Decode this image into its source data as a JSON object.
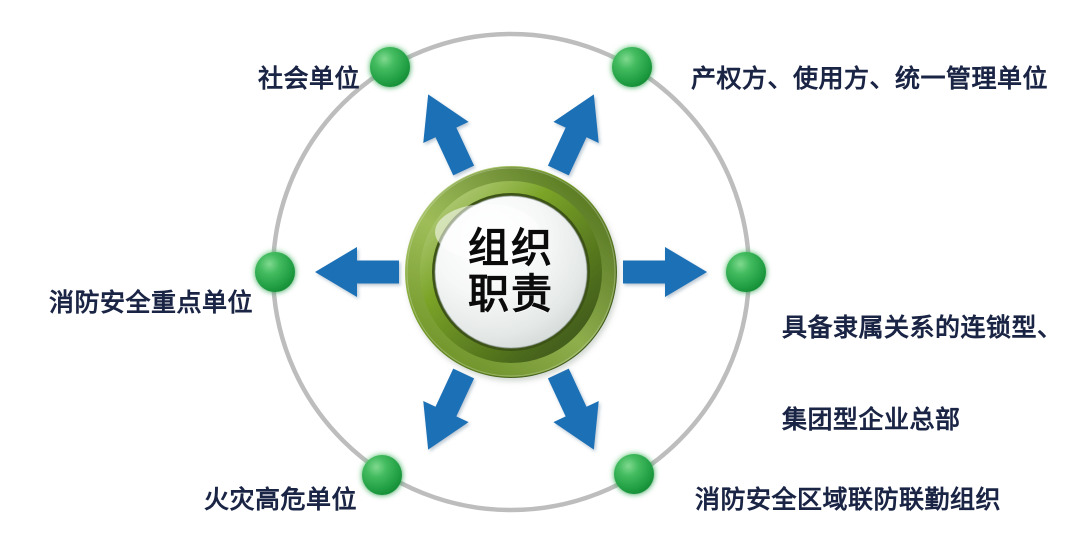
{
  "diagram": {
    "title": "组织职责",
    "center": {
      "line1": "组织",
      "line2": "职责",
      "ring_color_outer": "#8fae4d",
      "ring_color_inner": "#3d5218",
      "inner_fill": "#f2f4f3"
    },
    "ring": {
      "color": "#b9b9b9",
      "node_color": "#2fa84f",
      "node_highlight": "#8fe0a0"
    },
    "arrow": {
      "color": "#1f6fb5",
      "count": 6
    },
    "nodes": [
      {
        "id": "node-top-left",
        "label": "社会单位",
        "lines": [
          "社会单位"
        ],
        "angle": -115
      },
      {
        "id": "node-top-right",
        "label": "产权方、使用方、统一管理单位",
        "lines": [
          "产权方、使用方、统一管理单位"
        ],
        "angle": -65
      },
      {
        "id": "node-left",
        "label": "消防安全重点单位",
        "lines": [
          "消防安全重点单位"
        ],
        "angle": 180
      },
      {
        "id": "node-right",
        "label": "具备隶属关系的连锁型、集团型企业总部",
        "lines": [
          "具备隶属关系的连锁型、",
          "集团型企业总部"
        ],
        "angle": 0
      },
      {
        "id": "node-bottom-left",
        "label": "火灾高危单位",
        "lines": [
          "火灾高危单位"
        ],
        "angle": 115
      },
      {
        "id": "node-bottom-right",
        "label": "消防安全区域联防联勤组织",
        "lines": [
          "消防安全区域联防联勤组织"
        ],
        "angle": 65
      }
    ]
  }
}
